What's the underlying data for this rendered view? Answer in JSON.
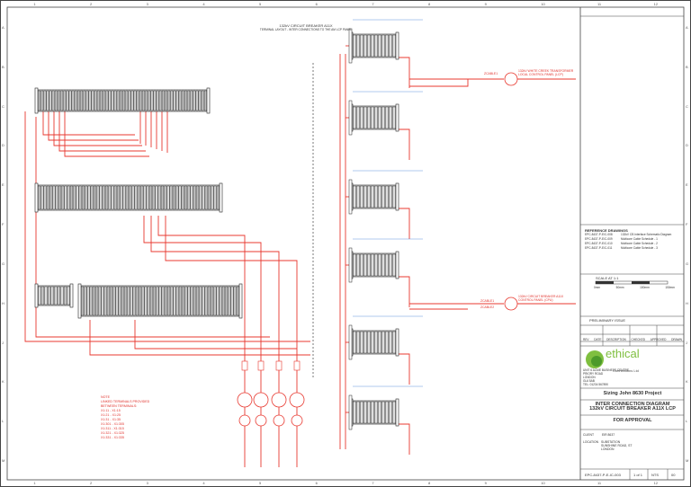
{
  "drawing_header": {
    "title": "132kV CIRCUIT BREAKER A11X",
    "subtitle": "TERMINAL LAYOUT - INTER CONNECTIONS TO THE AM LCP PANEL"
  },
  "notes": {
    "heading": "NOTE",
    "line1": "LINKED TERMINALS PROVIDED",
    "line2": "BETWEEN TERMINALS:",
    "links": [
      "X1:11 - X1:15",
      "X1:21 - X1:25",
      "X1:31 - X1:35",
      "X1:301 - X1:305",
      "X1:311 - X1:315",
      "X1:321 - X1:325",
      "X1:331 - X1:335"
    ]
  },
  "external_labels": {
    "transformer": "132kV WHITE CREEK TRANSFORMER",
    "transformer_sub": "LOCAL CONTROL PANEL (LCP)",
    "circuit_breaker": "132kV CIRCUIT BREAKER A11X",
    "circuit_breaker_sub": "CONTROL PANEL (CPU)",
    "cable_a": "ZCABLE1",
    "cable_b": "ZCABLE2"
  },
  "reference_drawings": {
    "heading": "REFERENCE DRAWINGS",
    "rows": [
      [
        "EPC-8437-P-E/C-008",
        "132kV CB Interface Schematic Diagram"
      ],
      [
        "EPC-8437-P-E/C-009",
        "Multicore Cable Schedule - 1"
      ],
      [
        "EPC-8437-P-E/C-010",
        "Multicore Cable Schedule - 2"
      ],
      [
        "EPC-8437-P-E/C-011",
        "Multicore Cable Schedule - 3"
      ]
    ]
  },
  "scale": {
    "label": "SCALE AT 1:1",
    "ticks": [
      "0mm",
      "50mm",
      "100mm",
      "150mm"
    ]
  },
  "revision": {
    "status": "PRELIMINARY ISSUE",
    "cols": [
      "REV",
      "DATE",
      "DESCRIPTION",
      "CHECKED",
      "APPROVED",
      "DRAWN"
    ]
  },
  "company": {
    "name": "ethical",
    "tagline": "Connections Ltd",
    "address": [
      "UNIT 6 ACME BUSINESS CENTRE",
      "PRIORY ROAD",
      "LONDON",
      "GL6 5AB",
      "TEL: 01234 567890"
    ]
  },
  "project": "Sizing John 8630 Project",
  "title_block": {
    "title1": "INTER CONNECTION DIAGRAM",
    "title2": "132kV CIRCUIT BREAKER A11X LCP",
    "status": "FOR APPROVAL",
    "client_label": "CLIENT",
    "client": "EIR 8637",
    "location_label": "LOCATION",
    "location": [
      "SUBSTATION",
      "SUNSHINE ROAD, ST",
      "LONDON"
    ]
  },
  "drawing_no": {
    "number": "EPC-8437-P-E-IC-003",
    "sheet": "1 of 1",
    "scale": "NTS",
    "rev": "00"
  },
  "grid": {
    "cols": [
      "1",
      "2",
      "3",
      "4",
      "5",
      "6",
      "7",
      "8",
      "9",
      "10",
      "11",
      "12"
    ],
    "rows": [
      "A",
      "B",
      "C",
      "D",
      "E",
      "F",
      "G",
      "H",
      "J",
      "K",
      "L",
      "M"
    ]
  },
  "colors": {
    "wire": "#e8382f",
    "frame": "#333333",
    "terminal": "#222222",
    "note_blue": "#3a7bd5",
    "logo": "#7fbf3f"
  }
}
